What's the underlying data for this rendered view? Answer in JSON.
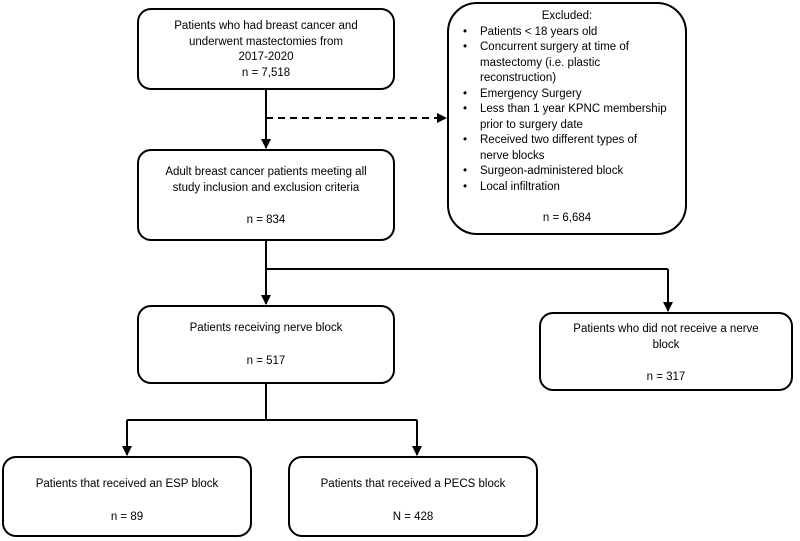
{
  "boxes": {
    "initial": {
      "lines": [
        "Patients who had breast cancer and",
        "underwent mastectomies from",
        "2017-2020"
      ],
      "n": "n = 7,518"
    },
    "excluded": {
      "title": "Excluded:",
      "items": [
        [
          "Patients < 18 years old"
        ],
        [
          "Concurrent surgery at time of",
          "mastectomy (i.e. plastic",
          "reconstruction)"
        ],
        [
          "Emergency Surgery"
        ],
        [
          "Less than 1 year KPNC membership",
          "prior to surgery date"
        ],
        [
          "Received two different types of",
          "nerve blocks"
        ],
        [
          "Surgeon-administered block"
        ],
        [
          "Local infiltration"
        ]
      ],
      "n": "n = 6,684"
    },
    "eligible": {
      "lines": [
        "Adult breast cancer patients meeting all",
        "study inclusion and exclusion criteria"
      ],
      "n": "n = 834"
    },
    "nerve_block": {
      "lines": [
        "Patients receiving nerve block"
      ],
      "n": "n = 517"
    },
    "no_nerve_block": {
      "lines": [
        "Patients who did not receive a nerve",
        "block"
      ],
      "n": "n = 317"
    },
    "esp": {
      "lines": [
        "Patients that received an ESP block"
      ],
      "n": "n = 89"
    },
    "pecs": {
      "lines": [
        "Patients that received a PECS block"
      ],
      "n": "N = 428"
    }
  }
}
